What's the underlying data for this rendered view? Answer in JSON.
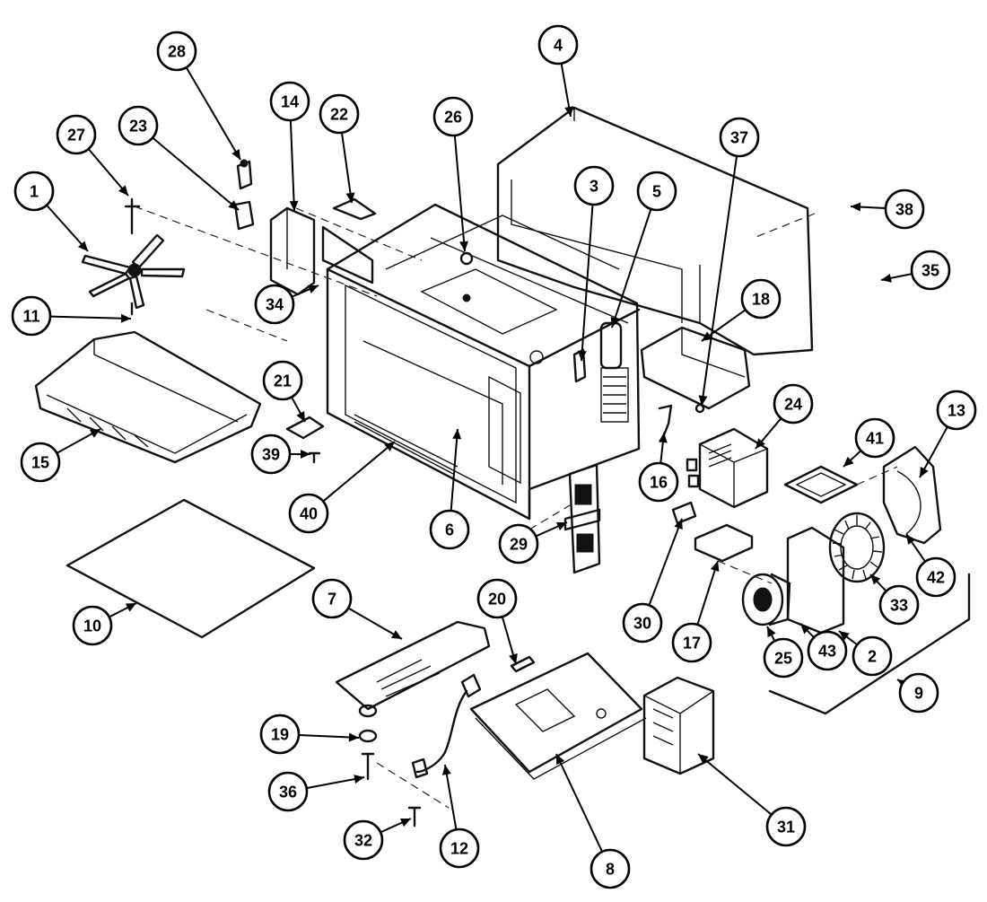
{
  "callouts": [
    {
      "n": "1",
      "label": "1"
    },
    {
      "n": "2",
      "label": "2"
    },
    {
      "n": "3",
      "label": "3"
    },
    {
      "n": "4",
      "label": "4"
    },
    {
      "n": "5",
      "label": "5"
    },
    {
      "n": "6",
      "label": "6"
    },
    {
      "n": "7",
      "label": "7"
    },
    {
      "n": "8",
      "label": "8"
    },
    {
      "n": "9",
      "label": "9"
    },
    {
      "n": "10",
      "label": "10"
    },
    {
      "n": "11",
      "label": "11"
    },
    {
      "n": "12",
      "label": "12"
    },
    {
      "n": "13",
      "label": "13"
    },
    {
      "n": "14",
      "label": "14"
    },
    {
      "n": "15",
      "label": "15"
    },
    {
      "n": "16",
      "label": "16"
    },
    {
      "n": "17",
      "label": "17"
    },
    {
      "n": "18",
      "label": "18"
    },
    {
      "n": "19",
      "label": "19"
    },
    {
      "n": "20",
      "label": "20"
    },
    {
      "n": "21",
      "label": "21"
    },
    {
      "n": "22",
      "label": "22"
    },
    {
      "n": "23",
      "label": "23"
    },
    {
      "n": "24",
      "label": "24"
    },
    {
      "n": "25",
      "label": "25"
    },
    {
      "n": "26",
      "label": "26"
    },
    {
      "n": "27",
      "label": "27"
    },
    {
      "n": "28",
      "label": "28"
    },
    {
      "n": "29",
      "label": "29"
    },
    {
      "n": "30",
      "label": "30"
    },
    {
      "n": "31",
      "label": "31"
    },
    {
      "n": "32",
      "label": "32"
    },
    {
      "n": "33",
      "label": "33"
    },
    {
      "n": "34",
      "label": "34"
    },
    {
      "n": "35",
      "label": "35"
    },
    {
      "n": "36",
      "label": "36"
    },
    {
      "n": "37",
      "label": "37"
    },
    {
      "n": "38",
      "label": "38"
    },
    {
      "n": "39",
      "label": "39"
    },
    {
      "n": "40",
      "label": "40"
    },
    {
      "n": "41",
      "label": "41"
    },
    {
      "n": "42",
      "label": "42"
    },
    {
      "n": "43",
      "label": "43"
    }
  ]
}
